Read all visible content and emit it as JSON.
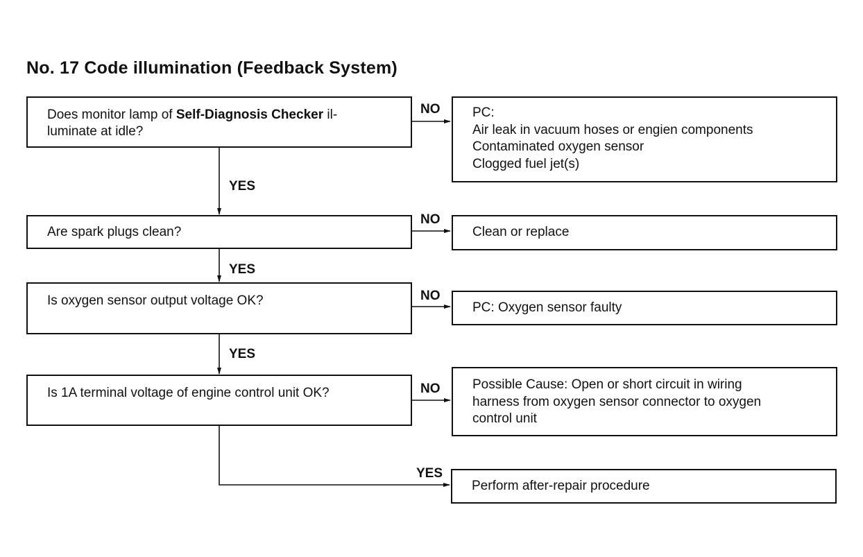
{
  "title": "No. 17 Code illumination (Feedback System)",
  "questions": [
    {
      "before": "Does monitor lamp of ",
      "bold": "Self-Diagnosis Checker",
      "after": " il-",
      "line2": "luminate at idle?"
    },
    {
      "text": "Are spark plugs clean?"
    },
    {
      "text": "Is oxygen sensor output voltage OK?"
    },
    {
      "text": "Is 1A terminal voltage of engine control unit OK?"
    }
  ],
  "results": [
    {
      "lines": [
        "PC:",
        "Air leak in vacuum hoses or engien components",
        "Contaminated oxygen sensor",
        "Clogged fuel jet(s)"
      ]
    },
    {
      "lines": [
        "Clean or replace"
      ]
    },
    {
      "lines": [
        "PC: Oxygen sensor faulty"
      ]
    },
    {
      "lines": [
        "Possible Cause: Open or short circuit in wiring",
        "harness from oxygen sensor connector to oxygen",
        "control unit"
      ]
    },
    {
      "lines": [
        "Perform after-repair procedure"
      ]
    }
  ],
  "labels": {
    "no": "NO",
    "yes": "YES"
  }
}
